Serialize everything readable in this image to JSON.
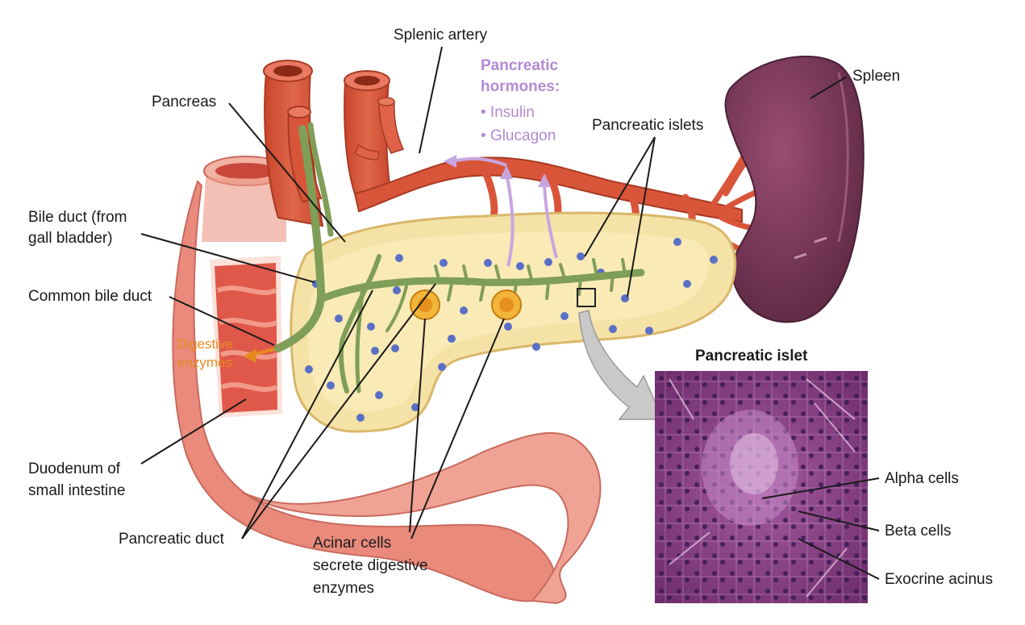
{
  "labels": {
    "splenic_artery": "Splenic artery",
    "pancreas": "Pancreas",
    "spleen": "Spleen",
    "pancreatic_islets": "Pancreatic islets",
    "bile_duct": [
      "Bile duct (from",
      "gall bladder)"
    ],
    "common_bile_duct": "Common bile duct",
    "duodenum": [
      "Duodenum of",
      "small intestine"
    ],
    "pancreatic_duct": "Pancreatic duct",
    "acinar_cells": [
      "Acinar cells",
      "secrete digestive",
      "enzymes"
    ],
    "alpha_cells": "Alpha cells",
    "beta_cells": "Beta cells",
    "exocrine_acinus": "Exocrine acinus"
  },
  "hormones": {
    "heading": [
      "Pancreatic",
      "hormones:"
    ],
    "items": [
      "• Insulin",
      "• Glucagon"
    ]
  },
  "digestive_enzymes": [
    "Digestive",
    "enzymes"
  ],
  "inset": {
    "title": "Pancreatic islet"
  },
  "colors": {
    "artery": "#d9553a",
    "duct": "#7f9e57",
    "pancreas": "#f4e1a3",
    "spleen": "#7c3858",
    "duodenum": "#eb8a7b",
    "hormone_text": "#b48ad3",
    "enzyme_text": "#e58a1f",
    "islet_dots": "#5a6fc6",
    "histology": "#8a3c86"
  }
}
